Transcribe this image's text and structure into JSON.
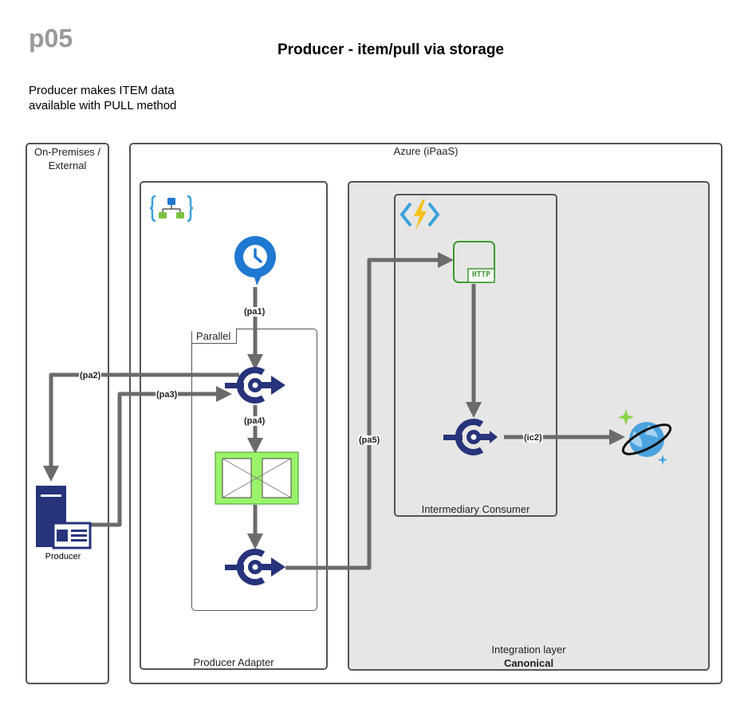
{
  "page_id": "p05",
  "title": "Producer - item/pull via storage",
  "description": {
    "line1": "Producer makes ITEM data",
    "line2": "available with PULL method"
  },
  "containers": {
    "on_premises": {
      "line1": "On-Premises /",
      "line2": "External"
    },
    "azure": "Azure (iPaaS)",
    "producer_adapter": "Producer Adapter",
    "parallel": "Parallel",
    "integration_layer": {
      "line1": "Integration layer",
      "line2": "Canonical"
    },
    "intermediary_consumer": "Intermediary Consumer"
  },
  "nodes": {
    "producer": "Producer",
    "http_badge": "HTTP"
  },
  "connectors": {
    "pa1": "(pa1)",
    "pa2": "(pa2)",
    "pa3": "(pa3)",
    "pa4": "(pa4)",
    "pa5": "(pa5)",
    "ic2": "(ic2)"
  },
  "icons": {
    "logic_app": "logic-app-icon",
    "function_app": "function-app-icon",
    "timer": "timer-trigger-icon",
    "connector": "connector-action-icon",
    "blob": "storage-blob-icon",
    "http": "http-trigger-icon",
    "cosmos": "cosmos-db-icon",
    "server": "server-icon"
  },
  "colors": {
    "connector_line": "#6b6b6b",
    "action_icon": "#27337a",
    "timer_blue": "#1f78d1",
    "http_green": "#3d9a2f",
    "blob_green": "#9bf36a",
    "integration_bg": "#e6e6e6",
    "function_yellow": "#f7c21b",
    "function_blue": "#3ba2d9",
    "cosmos_blue": "#4aa3df"
  }
}
